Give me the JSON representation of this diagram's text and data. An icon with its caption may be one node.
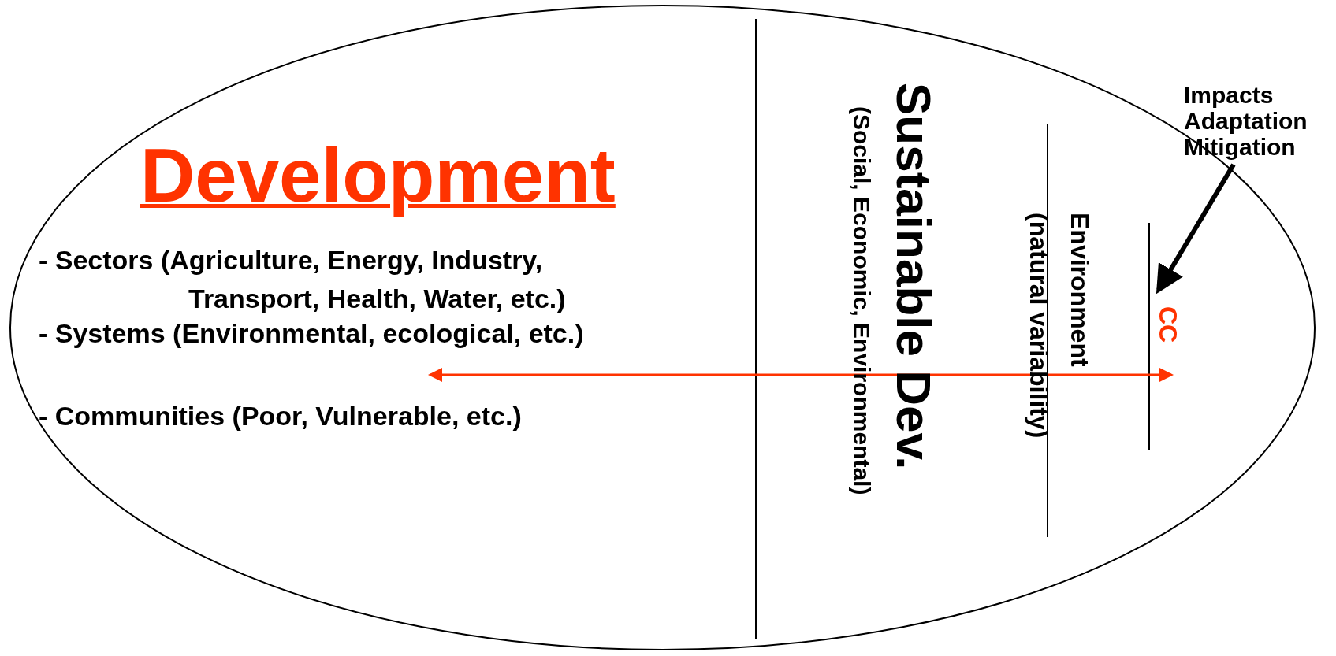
{
  "diagram": {
    "nodes": [
      {
        "text": [
          "Development",
          "- Sectors (Agriculture, Energy, Industry, Transport, Health, Water, etc.)",
          "- Systems (Environmental, ecological, etc.)",
          "- Communities (Poor, Vulnerable, etc.)"
        ]
      },
      {
        "text": [
          "Sustainable Dev.",
          "(Social, Economic, Environmental)"
        ],
        "in": 0
      },
      {
        "text": [
          "Environment",
          "(natural variability)"
        ],
        "in": 1
      },
      {
        "text": [
          "CC"
        ],
        "in": 2
      },
      {
        "text": [
          "Impacts Adaptation Mitigation"
        ]
      }
    ],
    "edges": [
      {
        "from": null,
        "to": 3,
        "arrow": "both",
        "color": "#ff3300"
      },
      {
        "from": 4,
        "to": 3,
        "arrow": "to",
        "style": "thick",
        "color": "#000000"
      }
    ]
  }
}
